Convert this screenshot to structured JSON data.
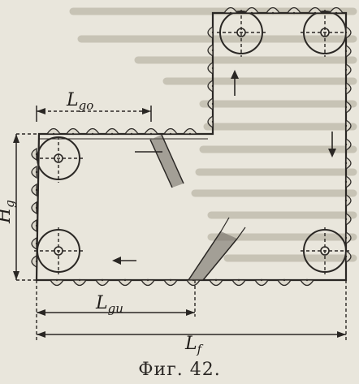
{
  "figure": {
    "caption": "Фиг. 42.",
    "labels": {
      "l_go_main": "L",
      "l_go_sub": "go",
      "h_g_main": "H",
      "h_g_sub": "g",
      "l_gu_main": "L",
      "l_gu_sub": "gu",
      "l_f_main": "L",
      "l_f_sub": "f"
    }
  },
  "colors": {
    "paper": "#e9e6dc",
    "ink": "#2a2724",
    "print_through": "#c7c3b5"
  }
}
